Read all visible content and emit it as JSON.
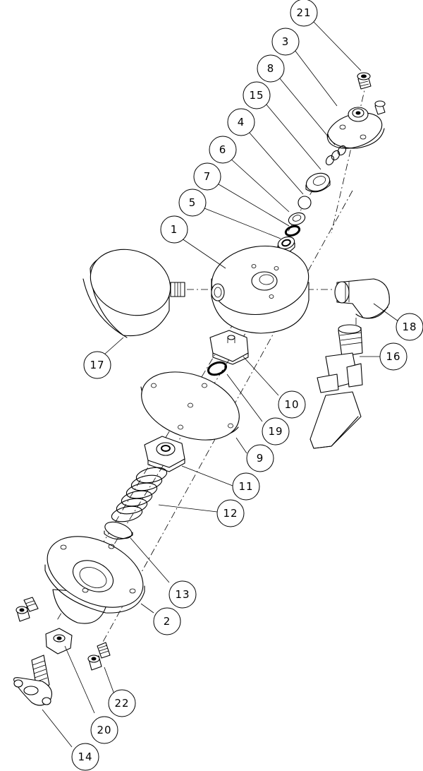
{
  "callouts": [
    {
      "label": "21"
    },
    {
      "label": "3"
    },
    {
      "label": "8"
    },
    {
      "label": "15"
    },
    {
      "label": "4"
    },
    {
      "label": "6"
    },
    {
      "label": "7"
    },
    {
      "label": "5"
    },
    {
      "label": "1"
    },
    {
      "label": "18"
    },
    {
      "label": "16"
    },
    {
      "label": "17"
    },
    {
      "label": "10"
    },
    {
      "label": "19"
    },
    {
      "label": "9"
    },
    {
      "label": "11"
    },
    {
      "label": "12"
    },
    {
      "label": "13"
    },
    {
      "label": "2"
    },
    {
      "label": "22"
    },
    {
      "label": "20"
    },
    {
      "label": "14"
    }
  ]
}
